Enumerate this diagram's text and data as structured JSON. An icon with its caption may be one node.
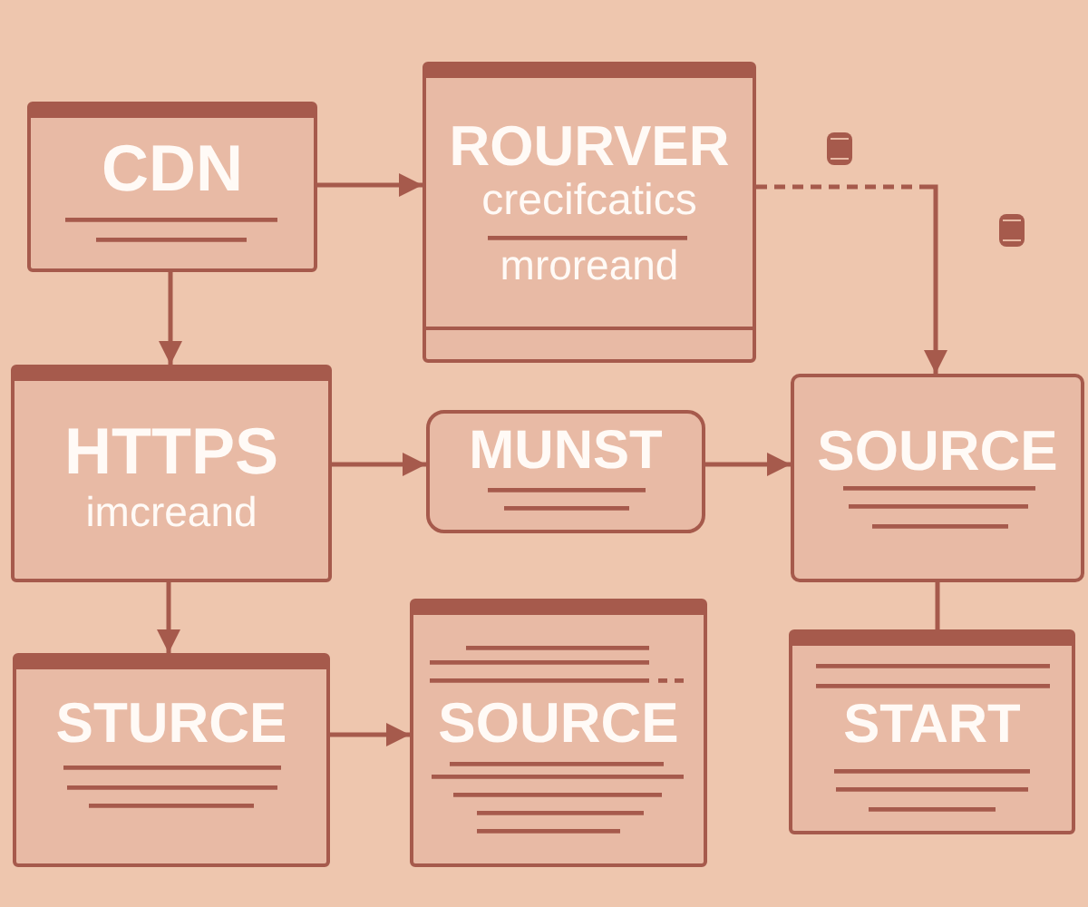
{
  "diagram": {
    "nodes": [
      {
        "text": [
          "CDN"
        ]
      },
      {
        "text": [
          "ROURVER",
          "crecifcatics",
          "mroreand"
        ]
      },
      {
        "text": [
          "HTTPS",
          "imcreand"
        ]
      },
      {
        "text": [
          "MUNST"
        ]
      },
      {
        "text": [
          "SOURCE"
        ]
      },
      {
        "text": [
          "STURCE"
        ]
      },
      {
        "text": [
          "SOURCE"
        ]
      },
      {
        "text": [
          "START"
        ]
      }
    ],
    "edges": [
      {
        "from": 0,
        "to": 1,
        "arrow": "to"
      },
      {
        "from": 0,
        "to": 2,
        "arrow": "to"
      },
      {
        "from": 1,
        "to": 4,
        "arrow": "to",
        "style": "dashed"
      },
      {
        "from": 2,
        "to": 3,
        "arrow": "to"
      },
      {
        "from": 3,
        "to": 4,
        "arrow": "to"
      },
      {
        "from": 2,
        "to": 5,
        "arrow": "to"
      },
      {
        "from": 5,
        "to": 6,
        "arrow": "to"
      },
      {
        "from": 4,
        "to": 7,
        "arrow": "none"
      }
    ]
  }
}
